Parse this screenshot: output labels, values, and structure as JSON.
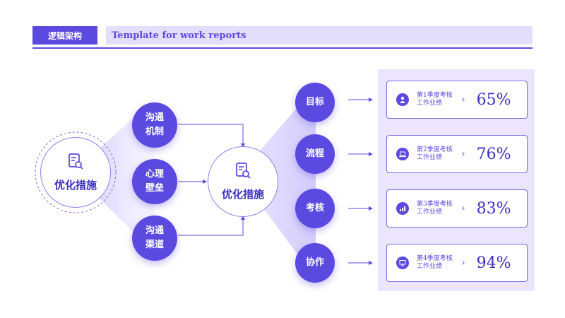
{
  "header": {
    "tag": "逻辑架构",
    "title": "Template for work reports"
  },
  "left_hub": {
    "label": "优化措施",
    "icon": "document-search-icon"
  },
  "center_hub": {
    "label": "优化措施",
    "icon": "document-search-icon"
  },
  "inputs": [
    {
      "line1": "沟通",
      "line2": "机制"
    },
    {
      "line1": "心理",
      "line2": "壁垒"
    },
    {
      "line1": "沟通",
      "line2": "渠道"
    }
  ],
  "outputs": [
    {
      "label": "目标",
      "card_line1": "第1季度考核",
      "card_line2": "工作业绩",
      "value": "65%",
      "icon": "user-icon"
    },
    {
      "label": "流程",
      "card_line1": "第2季度考核",
      "card_line2": "工作业绩",
      "value": "76%",
      "icon": "laptop-icon"
    },
    {
      "label": "考核",
      "card_line1": "第3季度考核",
      "card_line2": "工作业绩",
      "value": "83%",
      "icon": "bar-chart-icon"
    },
    {
      "label": "协作",
      "card_line1": "第4季度考核",
      "card_line2": "工作业绩",
      "value": "94%",
      "icon": "monitor-icon"
    }
  ],
  "colors": {
    "primary": "#5b4ae0",
    "light": "#ebe6fd",
    "text": "#3a2fc0"
  }
}
